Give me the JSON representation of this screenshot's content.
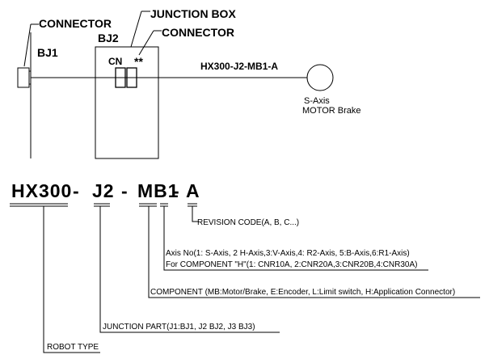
{
  "wiring": {
    "connector_bj1_label": "CONNECTOR",
    "bj1_label": "BJ1",
    "junction_box_label": "JUNCTION BOX",
    "bj2_label": "BJ2",
    "connector_cn_label": "CONNECTOR",
    "cn_label": "CN",
    "cn_stars": "**",
    "cable_label": "HX300-J2-MB1-A",
    "motor_axis_label": "S-Axis",
    "motor_type_label": "MOTOR Brake"
  },
  "code": {
    "part1": "HX300",
    "dash1": "-",
    "part2": "J2",
    "dash2": "-",
    "part3": "MB1",
    "dash3": "-",
    "part4": "A"
  },
  "legend": {
    "revision": "REVISION CODE(A, B, C...)",
    "axis_no": "Axis No(1: S-Axis, 2 H-Axis,3:V-Axis,4: R2-Axis, 5:B-Axis,6:R1-Axis)",
    "component_h": "For COMPONENT \"H\"(1: CNR10A, 2:CNR20A,3:CNR20B,4:CNR30A)",
    "component": "COMPONENT (MB:Motor/Brake, E:Encoder, L:Limit switch, H:Application Connector)",
    "junction_part": "JUNCTION PART(J1:BJ1, J2 BJ2, J3 BJ3)",
    "robot_type": "ROBOT TYPE"
  }
}
